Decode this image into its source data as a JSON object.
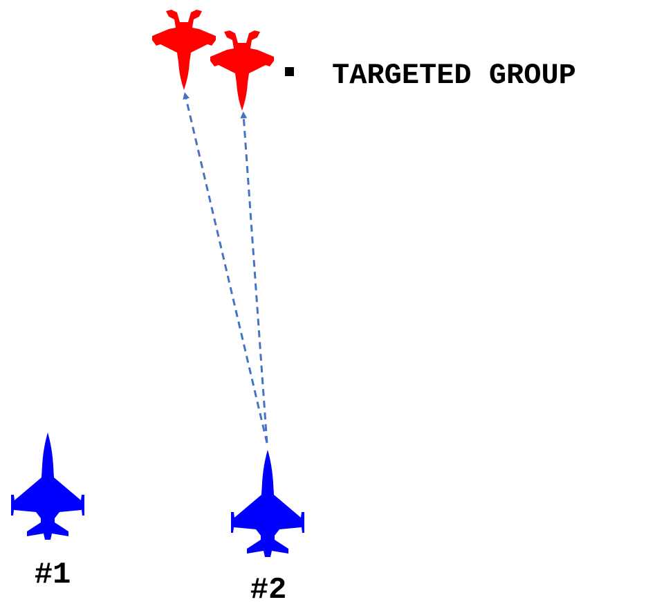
{
  "legend": {
    "label": "TARGETED GROUP",
    "bullet_color": "#000000"
  },
  "friendly_aircraft": [
    {
      "id": "1",
      "label": "#1",
      "color": "#0000ff",
      "icon": "fighter-jet-icon"
    },
    {
      "id": "2",
      "label": "#2",
      "color": "#0000ff",
      "icon": "fighter-jet-icon"
    }
  ],
  "hostile_aircraft": [
    {
      "id": "h1",
      "color": "#ff0000",
      "icon": "fighter-jet-icon"
    },
    {
      "id": "h2",
      "color": "#ff0000",
      "icon": "fighter-jet-icon"
    }
  ],
  "targeting_lines": {
    "color": "#4472c4",
    "style": "dashed",
    "from": "2",
    "to": [
      "h1",
      "h2"
    ]
  }
}
